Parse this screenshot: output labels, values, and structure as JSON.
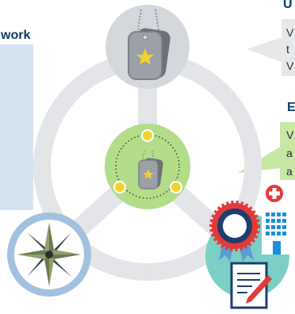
{
  "titles": {
    "left": "work",
    "top_right": "U",
    "mid_right": "E"
  },
  "callouts": {
    "top": [
      "V",
      "t",
      "V"
    ],
    "mid": [
      "V",
      "a",
      "a"
    ]
  },
  "colors": {
    "ring": "#e3e5e8",
    "hub": "#b3dd88",
    "dog_tag_bg": "#d4d8dd",
    "left_panel": "#d5e2f1",
    "callout_gray": "#e6e8ea",
    "callout_green": "#c8e7a2",
    "teal_circle": "#7ccfc4",
    "compass_ring": "#a3c1df",
    "title_text": "#0b3b64"
  },
  "icons": [
    "dog-tag-icon",
    "small-dog-tag-icon",
    "compass-rose-icon",
    "award-ribbon-icon",
    "hospital-icon",
    "clipboard-pen-icon"
  ]
}
